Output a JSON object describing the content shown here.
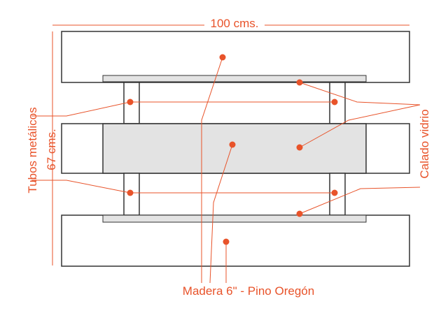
{
  "labels": {
    "width_dim": "100 cms.",
    "height_dim": "67 cms.",
    "tubes": "Tubos metálicos",
    "glass": "Calado vidrio",
    "wood": "Madera 6\" - Pino Oregón"
  },
  "colors": {
    "accent": "#e8532a",
    "outline": "#333333",
    "panel_fill": "#ffffff",
    "glass_fill": "#e3e3e3"
  }
}
